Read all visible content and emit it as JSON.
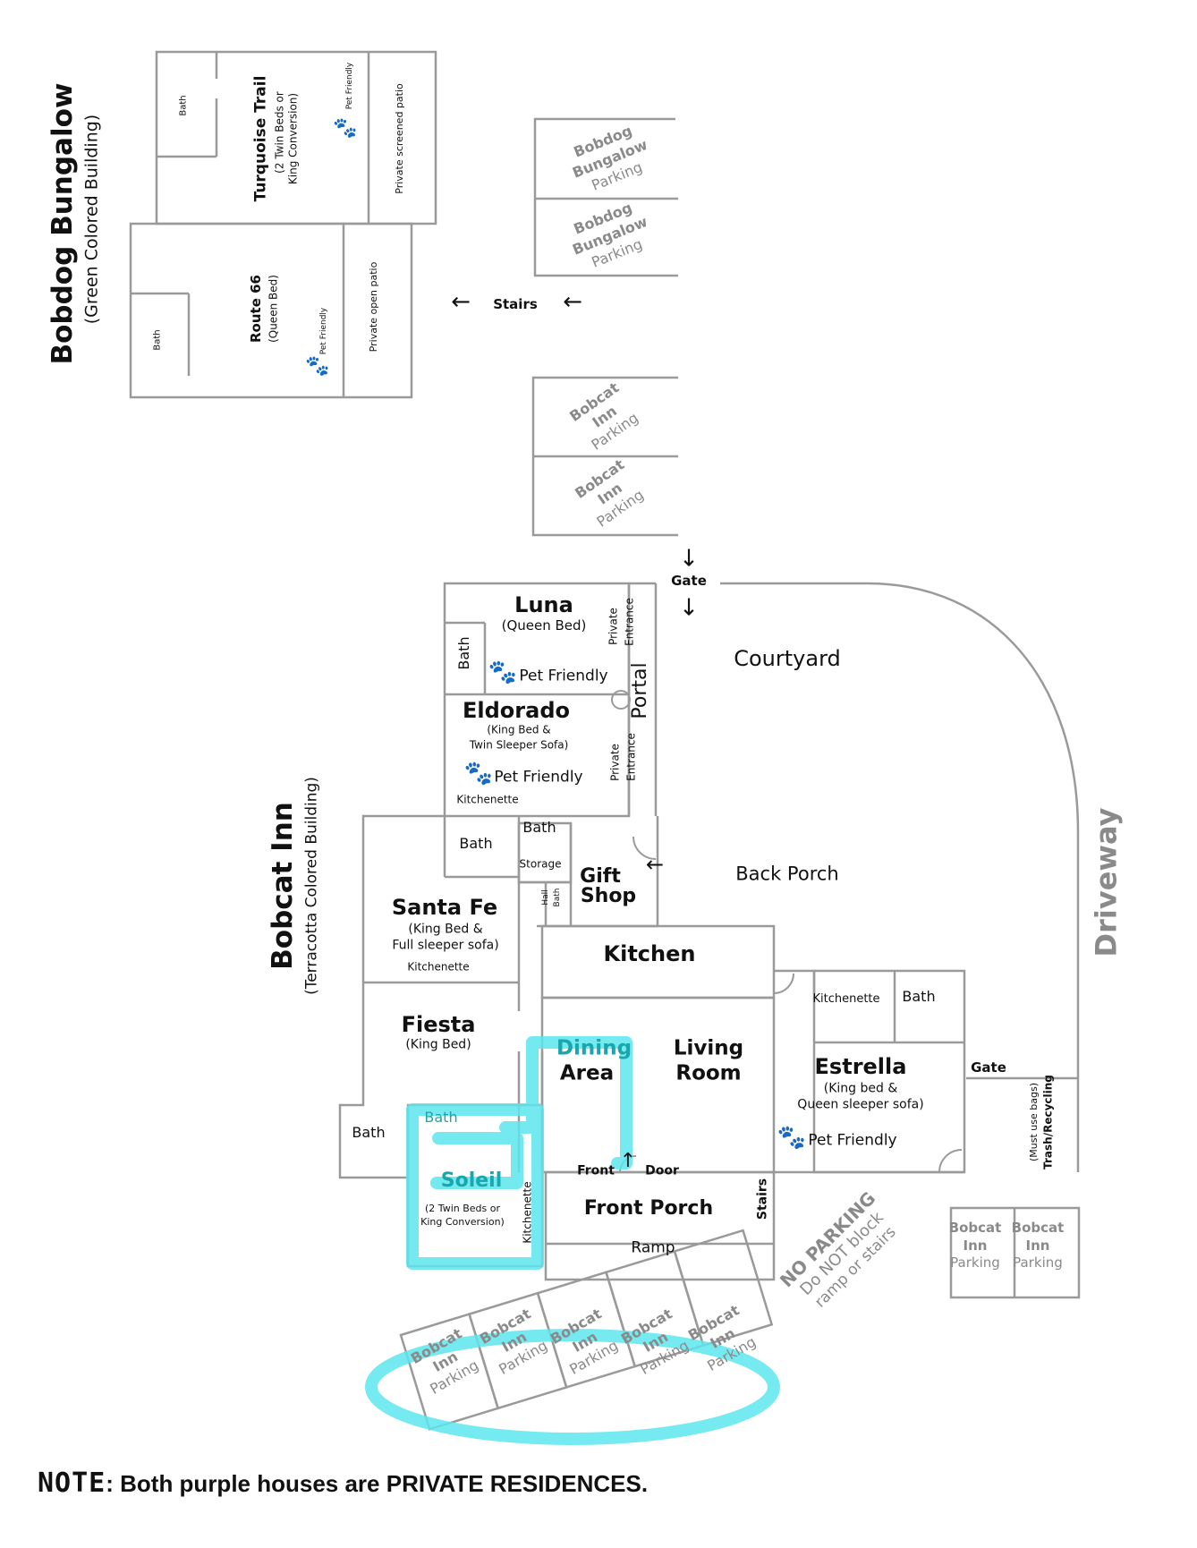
{
  "bungalow": {
    "title": "Bobdog Bungalow",
    "subtitle": "(Green Colored Building)",
    "turquoise_name": "Turquoise Trail",
    "turquoise_beds_1": "(2 Twin Beds or",
    "turquoise_beds_2": "King Conversion)",
    "route66_name": "Route 66",
    "route66_beds": "(Queen Bed)",
    "bath": "Bath",
    "pet_friendly": "Pet Friendly",
    "screened_patio": "Private screened patio",
    "open_patio": "Private open patio",
    "parking": [
      "Bobdog",
      "Bungalow",
      "Parking"
    ]
  },
  "stairs": "Stairs",
  "gate": "Gate",
  "courtyard": "Courtyard",
  "back_porch": "Back Porch",
  "driveway": "Driveway",
  "portal": "Portal",
  "private_entrance": [
    "Private",
    "Entrance"
  ],
  "inn": {
    "title": "Bobcat Inn",
    "subtitle": "(Terracotta Colored Building)",
    "luna": {
      "name": "Luna",
      "beds": "(Queen Bed)"
    },
    "eldorado": {
      "name": "Eldorado",
      "beds_1": "(King Bed &",
      "beds_2": "Twin Sleeper Sofa)"
    },
    "santafe": {
      "name": "Santa Fe",
      "beds_1": "(King Bed &",
      "beds_2": "Full sleeper sofa)"
    },
    "fiesta": {
      "name": "Fiesta",
      "beds": "(King Bed)"
    },
    "soleil": {
      "name": "Soleil",
      "beds_1": "(2 Twin Beds or",
      "beds_2": "King Conversion)"
    },
    "estrella": {
      "name": "Estrella",
      "beds_1": "(King bed &",
      "beds_2": "Queen sleeper sofa)"
    },
    "gift_shop_1": "Gift",
    "gift_shop_2": "Shop",
    "kitchen": "Kitchen",
    "dining_1": "Dining",
    "dining_2": "Area",
    "living_1": "Living",
    "living_2": "Room",
    "front": "Front",
    "door": "Door",
    "front_porch": "Front Porch",
    "ramp": "Ramp",
    "stairs": "Stairs",
    "storage": "Storage",
    "hall_bath_1": "Hall",
    "hall_bath_2": "Bath",
    "kitchenette": "Kitchenette",
    "bath": "Bath",
    "pet_friendly": "Pet Friendly",
    "trash_1": "Trash/Recycling",
    "trash_2": "(Must use bags)",
    "parking": [
      "Bobcat",
      "Inn",
      "Parking"
    ]
  },
  "no_parking": [
    "NO PARKING",
    "Do NOT block",
    "ramp or stairs"
  ],
  "note": {
    "bold": "NOTE",
    "rest": ": Both purple houses are PRIVATE RESIDENCES."
  },
  "colors": {
    "highlight": "#5ee6ee",
    "walls": "#9a9a9a",
    "parking_text": "#8a8a8a"
  },
  "icons": [
    "paw-icon",
    "arrow-left-icon",
    "arrow-down-icon",
    "arrow-up-icon"
  ]
}
